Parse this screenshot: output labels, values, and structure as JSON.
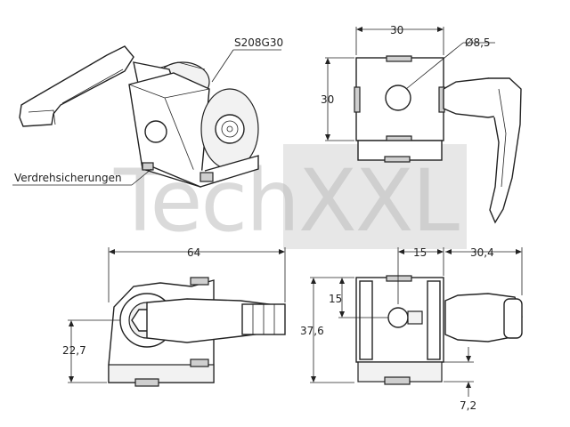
{
  "watermark": {
    "text": "TechXXL"
  },
  "labels": {
    "part_number": "S208G30",
    "anti_rotation": "Verdrehsicherungen"
  },
  "dimensions": {
    "top_width": "30",
    "top_height": "30",
    "bore_diameter": "Ø8,5",
    "side_length": "64",
    "side_height": "22,7",
    "front_offset": "15",
    "front_lever": "30,4",
    "front_height": "37,6",
    "front_upper": "15",
    "front_bottom": "7,2"
  }
}
